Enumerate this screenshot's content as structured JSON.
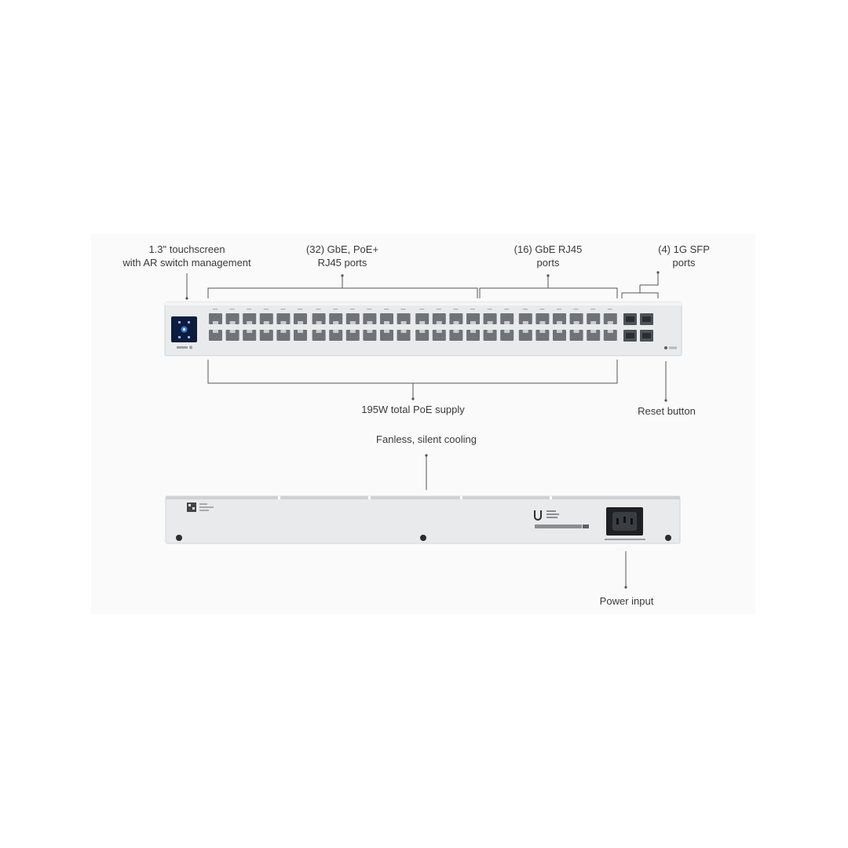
{
  "callouts": {
    "touchscreen": [
      "1.3\" touchscreen",
      "with AR switch management"
    ],
    "poe_ports": [
      "(32) GbE, PoE+",
      "RJ45 ports"
    ],
    "gbe_ports": [
      "(16) GbE RJ45",
      "ports"
    ],
    "sfp_ports": [
      "(4) 1G SFP",
      "ports"
    ],
    "poe_supply": "195W total PoE supply",
    "reset_button": "Reset button",
    "cooling": "Fanless, silent cooling",
    "power_input": "Power input"
  },
  "device": {
    "rj45_total": 48,
    "poe_port_count": 32,
    "gbe_port_count": 16,
    "sfp_port_count": 4,
    "colors": {
      "chassis": "#e9eaec",
      "chassis_edge": "#d2d4d7",
      "port": "#6f7378",
      "screen": "#0d1b3e",
      "screen_accent": "#3a7bd5",
      "leader_line": "#555555"
    }
  }
}
